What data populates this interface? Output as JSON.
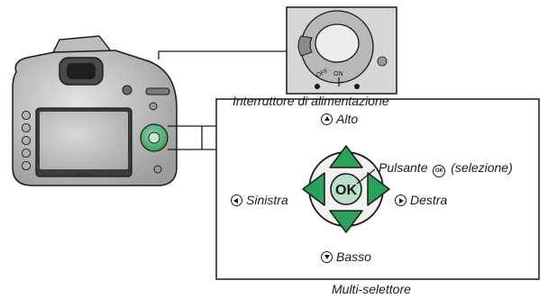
{
  "labels": {
    "power_switch": "Interruttore di alimentazione",
    "multi_selector": "Multi-selettore",
    "up": "Alto",
    "down": "Basso",
    "left": "Sinistra",
    "right": "Destra",
    "ok_button": "Pulsante",
    "ok_suffix": "(selezione)"
  },
  "camera": {
    "brand": "Nikon",
    "power_off": "OFF",
    "power_on": "ON",
    "ok_text": "OK"
  },
  "colors": {
    "arrow_green": "#2aa35a",
    "ok_green": "#b9dfc7",
    "line": "#1a1a1a",
    "camera_gray": "#c9c9c9"
  }
}
